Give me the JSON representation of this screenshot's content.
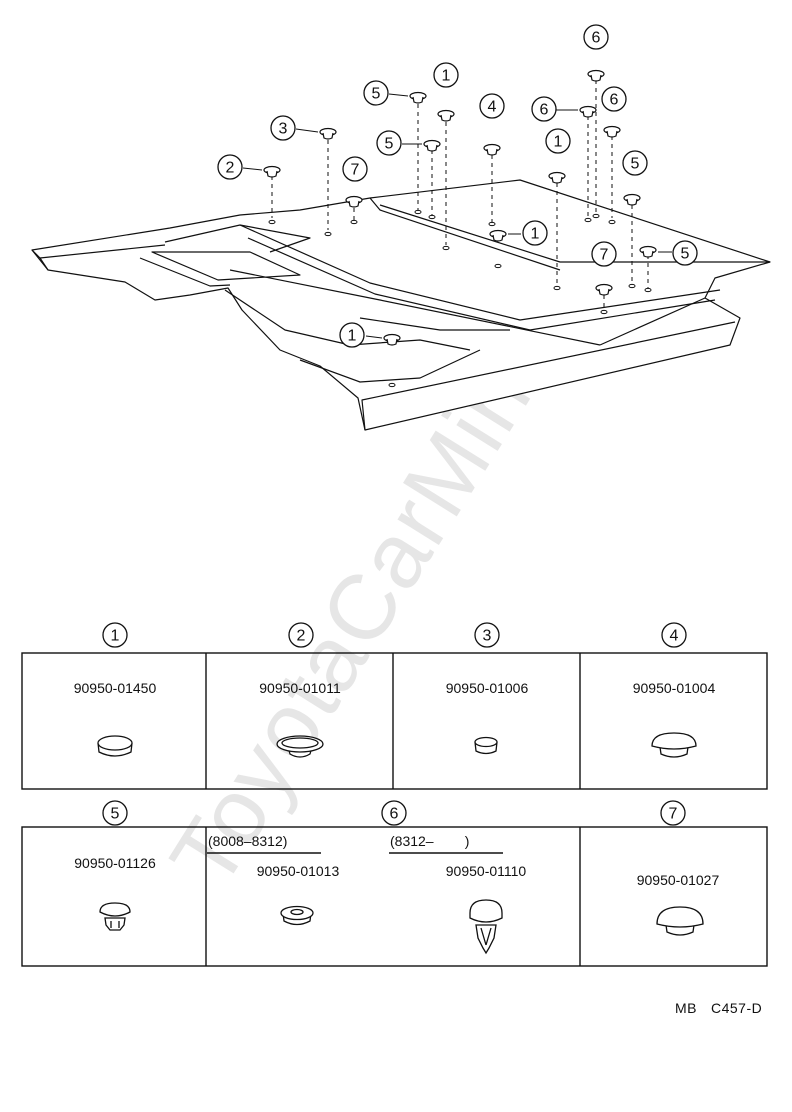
{
  "watermark": "ToyotaCarMine.ru",
  "callouts": {
    "c1": "1",
    "c2": "2",
    "c3": "3",
    "c4": "4",
    "c5": "5",
    "c6": "6",
    "c7": "7"
  },
  "table": {
    "row1": [
      {
        "num": "1",
        "part": "90950-01450"
      },
      {
        "num": "2",
        "part": "90950-01011"
      },
      {
        "num": "3",
        "part": "90950-01006"
      },
      {
        "num": "4",
        "part": "90950-01004"
      }
    ],
    "row2": {
      "item5": {
        "num": "5",
        "part": "90950-01126"
      },
      "item6": {
        "num": "6",
        "variant_a": {
          "range": "(8008–8312)",
          "part": "90950-01013"
        },
        "variant_b": {
          "range": "(8312–        )",
          "part": "90950-01110"
        }
      },
      "item7": {
        "num": "7",
        "part": "90950-01027"
      }
    }
  },
  "footer": {
    "code_a": "MB",
    "code_b": "C457-D"
  }
}
